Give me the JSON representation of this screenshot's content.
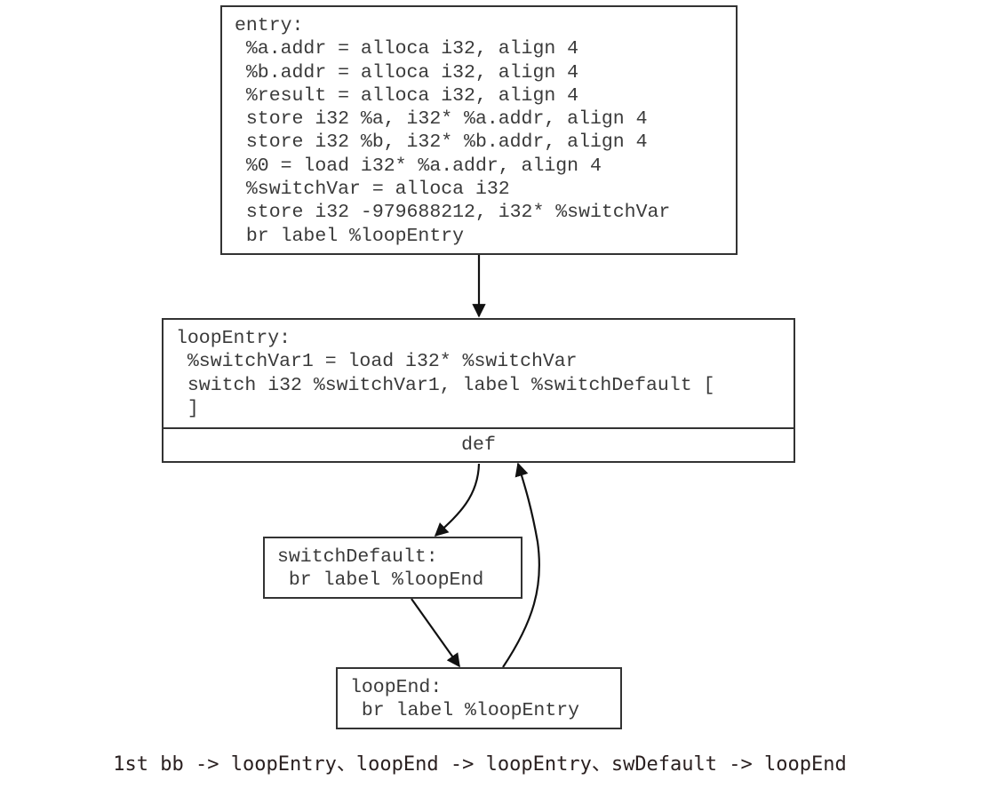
{
  "nodes": {
    "entry": {
      "label": "entry:",
      "lines": [
        " %a.addr = alloca i32, align 4",
        " %b.addr = alloca i32, align 4",
        " %result = alloca i32, align 4",
        " store i32 %a, i32* %a.addr, align 4",
        " store i32 %b, i32* %b.addr, align 4",
        " %0 = load i32* %a.addr, align 4",
        " %switchVar = alloca i32",
        " store i32 -979688212, i32* %switchVar",
        " br label %loopEntry"
      ]
    },
    "loopEntry": {
      "label": "loopEntry:",
      "lines": [
        " %switchVar1 = load i32* %switchVar",
        " switch i32 %switchVar1, label %switchDefault [",
        " ]"
      ],
      "port": "def"
    },
    "switchDefault": {
      "label": "switchDefault:",
      "lines": [
        " br label %loopEnd"
      ]
    },
    "loopEnd": {
      "label": "loopEnd:",
      "lines": [
        " br label %loopEntry"
      ]
    }
  },
  "edges": [
    {
      "from": "entry",
      "to": "loopEntry"
    },
    {
      "from": "loopEntry.def",
      "to": "switchDefault"
    },
    {
      "from": "switchDefault",
      "to": "loopEnd"
    },
    {
      "from": "loopEnd",
      "to": "loopEntry.def"
    }
  ],
  "caption": "1st bb -> loopEntry、loopEnd -> loopEntry、swDefault -> loopEnd",
  "colors": {
    "stroke": "#333333",
    "text": "#3a3a3a",
    "caption": "#2a2020"
  }
}
